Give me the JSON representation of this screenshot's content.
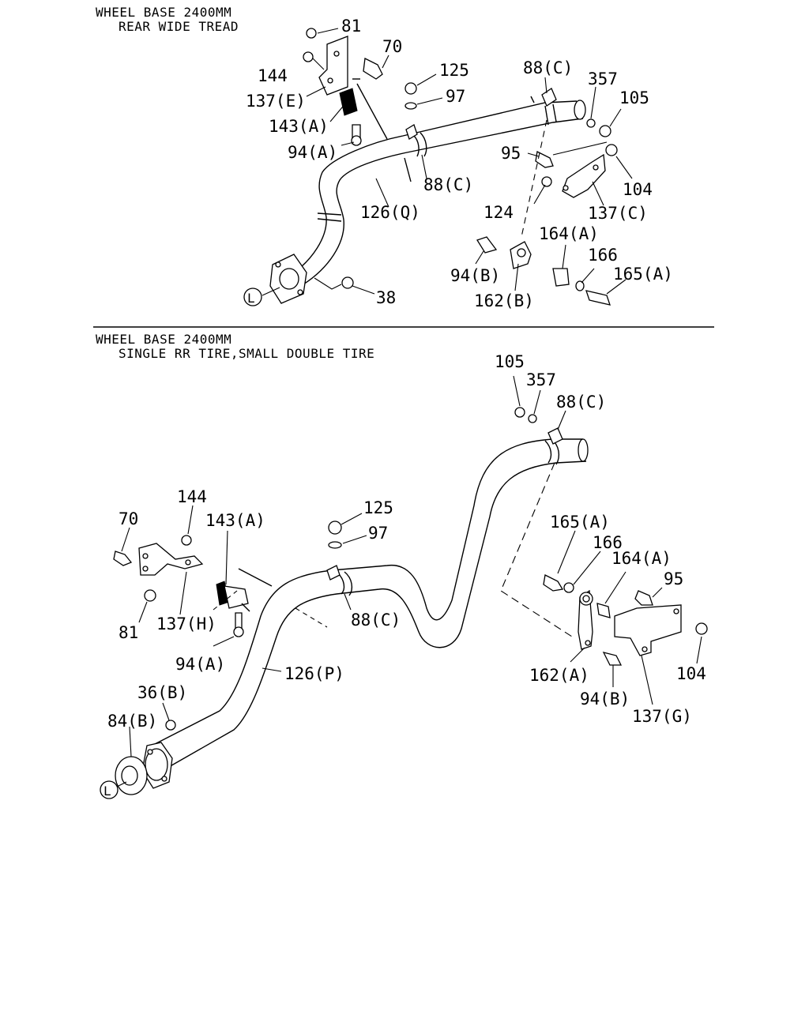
{
  "sections": {
    "top": {
      "title_line1": "WHEEL BASE 2400MM",
      "title_line2": "REAR WIDE TREAD",
      "labels": {
        "l81": "81",
        "l70": "70",
        "l144": "144",
        "l137e": "137(E)",
        "l143a": "143(A)",
        "l94a": "94(A)",
        "l125": "125",
        "l97": "97",
        "l88c_top": "88(C)",
        "l88c_mid": "88(C)",
        "l357": "357",
        "l105": "105",
        "l95": "95",
        "l104": "104",
        "l124": "124",
        "l137c": "137(C)",
        "l126q": "126(Q)",
        "l164a": "164(A)",
        "l166": "166",
        "l165a": "165(A)",
        "l94b": "94(B)",
        "l162b": "162(B)",
        "l38": "38",
        "lL": "L"
      }
    },
    "bottom": {
      "title_line1": "WHEEL BASE 2400MM",
      "title_line2": "SINGLE RR TIRE,SMALL DOUBLE TIRE",
      "labels": {
        "l105": "105",
        "l357": "357",
        "l88c_top": "88(C)",
        "l125": "125",
        "l97": "97",
        "l144": "144",
        "l70": "70",
        "l143a": "143(A)",
        "l165a": "165(A)",
        "l166": "166",
        "l164a": "164(A)",
        "l95": "95",
        "l81": "81",
        "l137h": "137(H)",
        "l88c_mid": "88(C)",
        "l94a": "94(A)",
        "l126p": "126(P)",
        "l162a": "162(A)",
        "l104": "104",
        "l94b": "94(B)",
        "l36b": "36(B)",
        "l84b": "84(B)",
        "l137g": "137(G)",
        "lL": "L"
      }
    }
  }
}
